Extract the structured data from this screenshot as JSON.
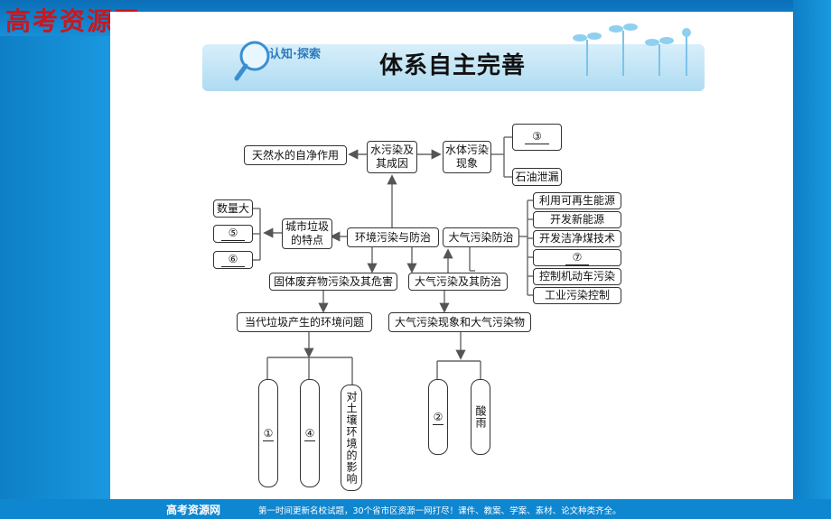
{
  "logo": "高考资源网",
  "header": {
    "tag": "认知·探索",
    "title": "体系自主完善"
  },
  "diagram": {
    "natural_purification": "天然水的自净作用",
    "water_pollution_causes": "水污染及其成因",
    "water_pollution_phenomena": "水体污染现象",
    "blank3": "③",
    "oil_spill": "石油泄漏",
    "quantity_large": "数量大",
    "blank5": "⑤",
    "blank6": "⑥",
    "urban_garbage_features": "城市垃圾的特点",
    "env_pollution_control": "环境污染与防治",
    "air_pollution_control": "大气污染防治",
    "renewable_energy": "利用可再生能源",
    "develop_new_energy": "开发新能源",
    "clean_coal": "开发洁净煤技术",
    "blank7": "⑦",
    "vehicle_pollution": "控制机动车污染",
    "industrial_pollution": "工业污染控制",
    "solid_waste": "固体废弃物污染及其危害",
    "air_pollution": "大气污染及其防治",
    "contemporary_garbage": "当代垃圾产生的环境问题",
    "air_phenomena": "大气污染现象和大气污染物",
    "blank1": "①",
    "blank4": "④",
    "soil_effect": "对土壤环境的影响",
    "blank2": "②",
    "acid_rain": "酸雨"
  },
  "footer": {
    "brand": "高考资源网",
    "text": "第一时间更新名校试题，30个省市区资源一网打尽！课件、教案、学案、素材、论文种类齐全。"
  }
}
